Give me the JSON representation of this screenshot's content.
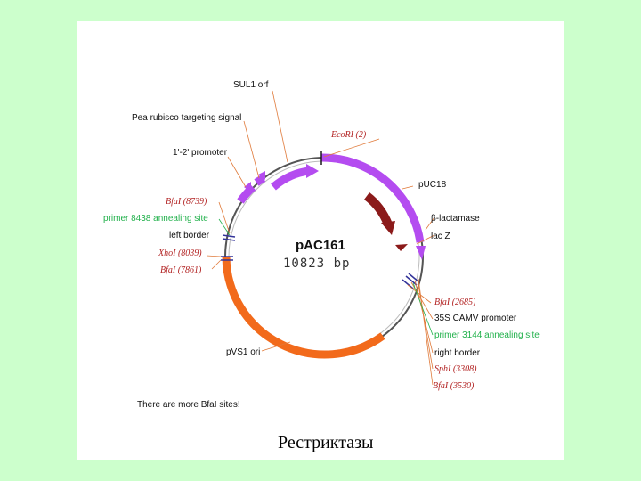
{
  "plasmid": {
    "name": "pAC161",
    "size": "10823  bp"
  },
  "features": {
    "sul1_orf": "SUL1 orf",
    "rubisco": "Pea rubisco targeting signal",
    "promoter_12": "1'-2' promoter",
    "puc18": "pUC18",
    "bla": "β-lactamase",
    "lacz": "lac Z",
    "left_border": "left border",
    "right_border": "right border",
    "camv": "35S CAMV promoter",
    "pvs1": "pVS1 ori",
    "primer_8438": "primer 8438 annealing site",
    "primer_3144": "primer 3144 annealing site"
  },
  "enzymes": {
    "ecori": "EcoRI (2)",
    "bfai_8739": "BfaI (8739)",
    "xhoi": "XhoI (8039)",
    "bfai_7861": "BfaI (7861)",
    "bfai_2685": "BfaI (2685)",
    "sphi": "SphI (3308)",
    "bfai_3530": "BfaI (3530)"
  },
  "note": "There are more BfaI sites!",
  "caption": "Рестриктазы",
  "colors": {
    "background": "#ccffcc",
    "purple": "#b44cf0",
    "orange": "#f26a1b",
    "maroon": "#8b1a1a",
    "green_label": "#22b14c",
    "enzyme_label": "#b22222"
  }
}
